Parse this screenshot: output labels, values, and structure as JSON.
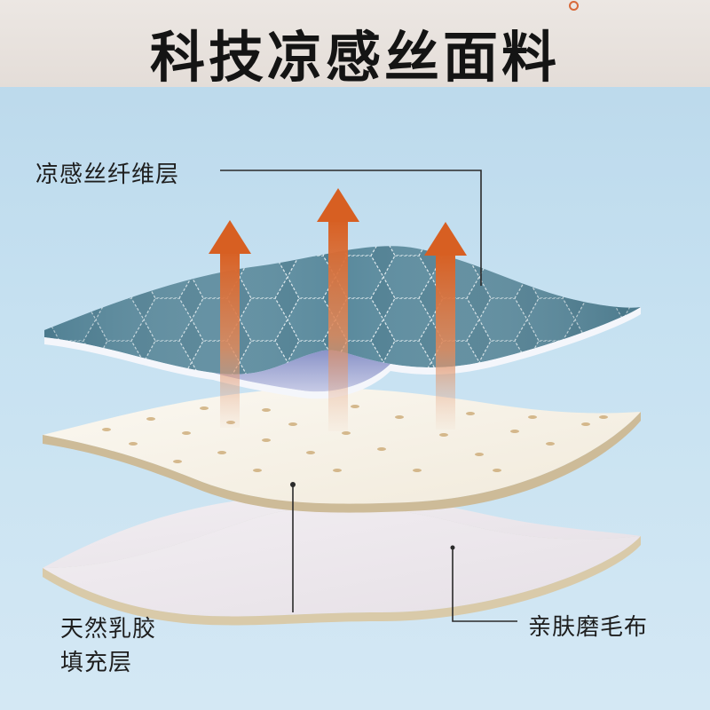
{
  "header": {
    "title": "科技凉感丝面料"
  },
  "layers": {
    "cool_fiber_label": "凉感丝纤维层",
    "latex_label_line1": "天然乳胶",
    "latex_label_line2": "填充层",
    "skin_label": "亲肤磨毛布"
  },
  "colors": {
    "cool_fabric": "#4f7f92",
    "stitch": "#d9e6ea",
    "latex": "#f7f2e8",
    "latex_edge": "#cdbb98",
    "brushed_cloth": "#ede8ec",
    "arrow": "#d2652c",
    "header_bg": "#e6e0db",
    "background": "#c1dcee"
  },
  "icons": [
    "heat-arrow-icon"
  ]
}
